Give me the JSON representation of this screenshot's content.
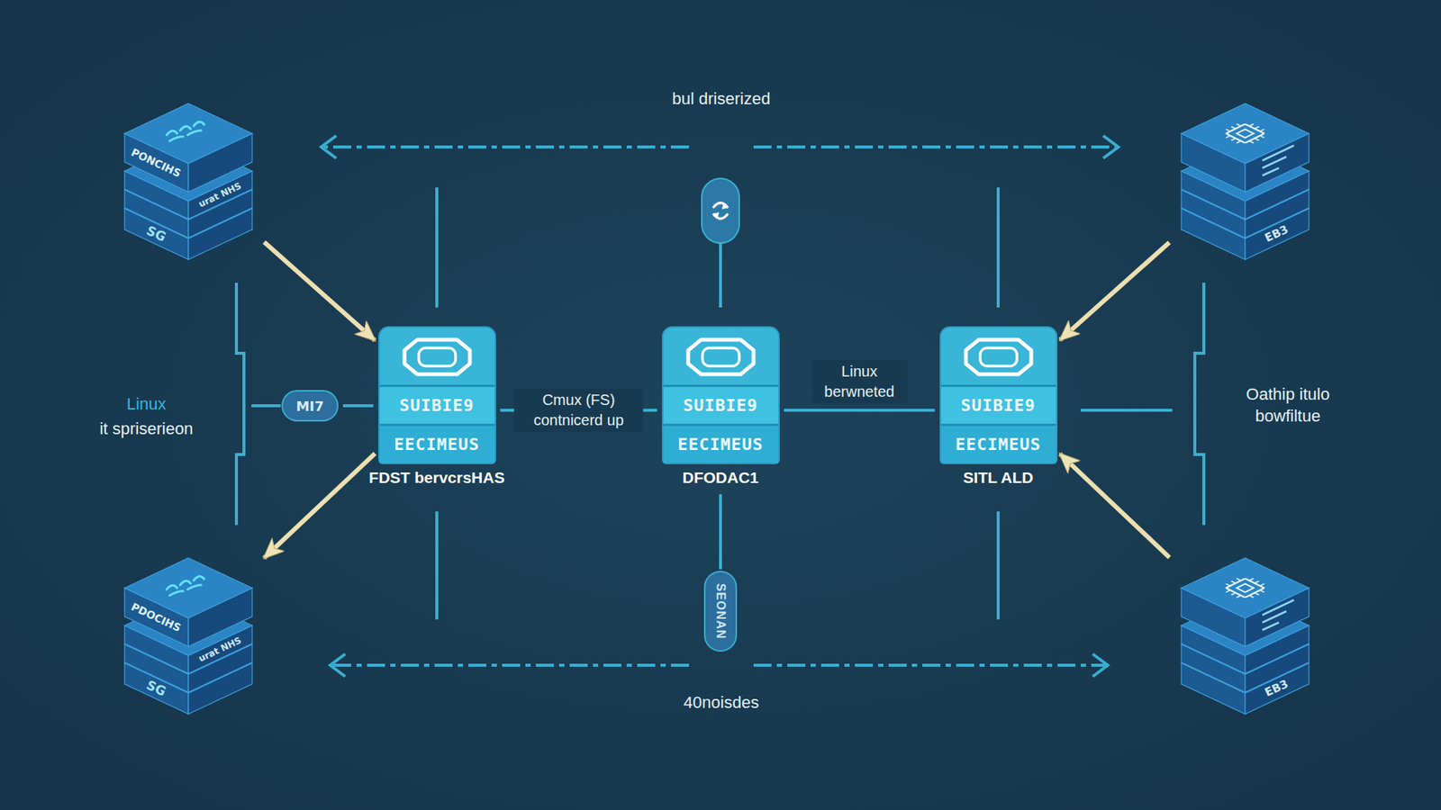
{
  "diagram": {
    "nodes": [
      {
        "text": [
          "PONCIHS",
          "urat NHS",
          "SG"
        ]
      },
      {
        "text": [
          "EB3"
        ]
      },
      {
        "text": [
          "MI7"
        ]
      },
      {
        "text": [
          "SUIBIE9",
          "EECIMEUS",
          "FDST bervcrsHAS"
        ]
      },
      {
        "text": [
          "SUIBIE9",
          "EECIMEUS",
          "DFODAC1"
        ]
      },
      {
        "text": [
          "SUIBIE9",
          "EECIMEUS",
          "SITL ALD"
        ]
      },
      {
        "text": [
          "SEONAN"
        ]
      },
      {
        "text": [
          "PDOCIHS",
          "urat NHS",
          "SG"
        ]
      },
      {
        "text": [
          "EB3"
        ]
      }
    ],
    "edges": [
      {
        "from": 0,
        "to": 3,
        "arrow": "to"
      },
      {
        "from": 1,
        "to": 5,
        "arrow": "to"
      },
      {
        "from": 2,
        "to": 3,
        "arrow": "none"
      },
      {
        "from": 3,
        "to": 4,
        "label": "Cmux (FS) contnicerd up",
        "arrow": "none"
      },
      {
        "from": 4,
        "to": 5,
        "label": "Linux berwneted",
        "arrow": "none"
      },
      {
        "from": 4,
        "to": 6,
        "arrow": "none"
      },
      {
        "from": 3,
        "to": 7,
        "arrow": "to"
      },
      {
        "from": 8,
        "to": 5,
        "arrow": "to"
      }
    ],
    "labels": [
      "bul driserized",
      "Linux",
      "it spriserieon",
      "Oathip itulo bowfiltue",
      "40noisdes"
    ]
  }
}
